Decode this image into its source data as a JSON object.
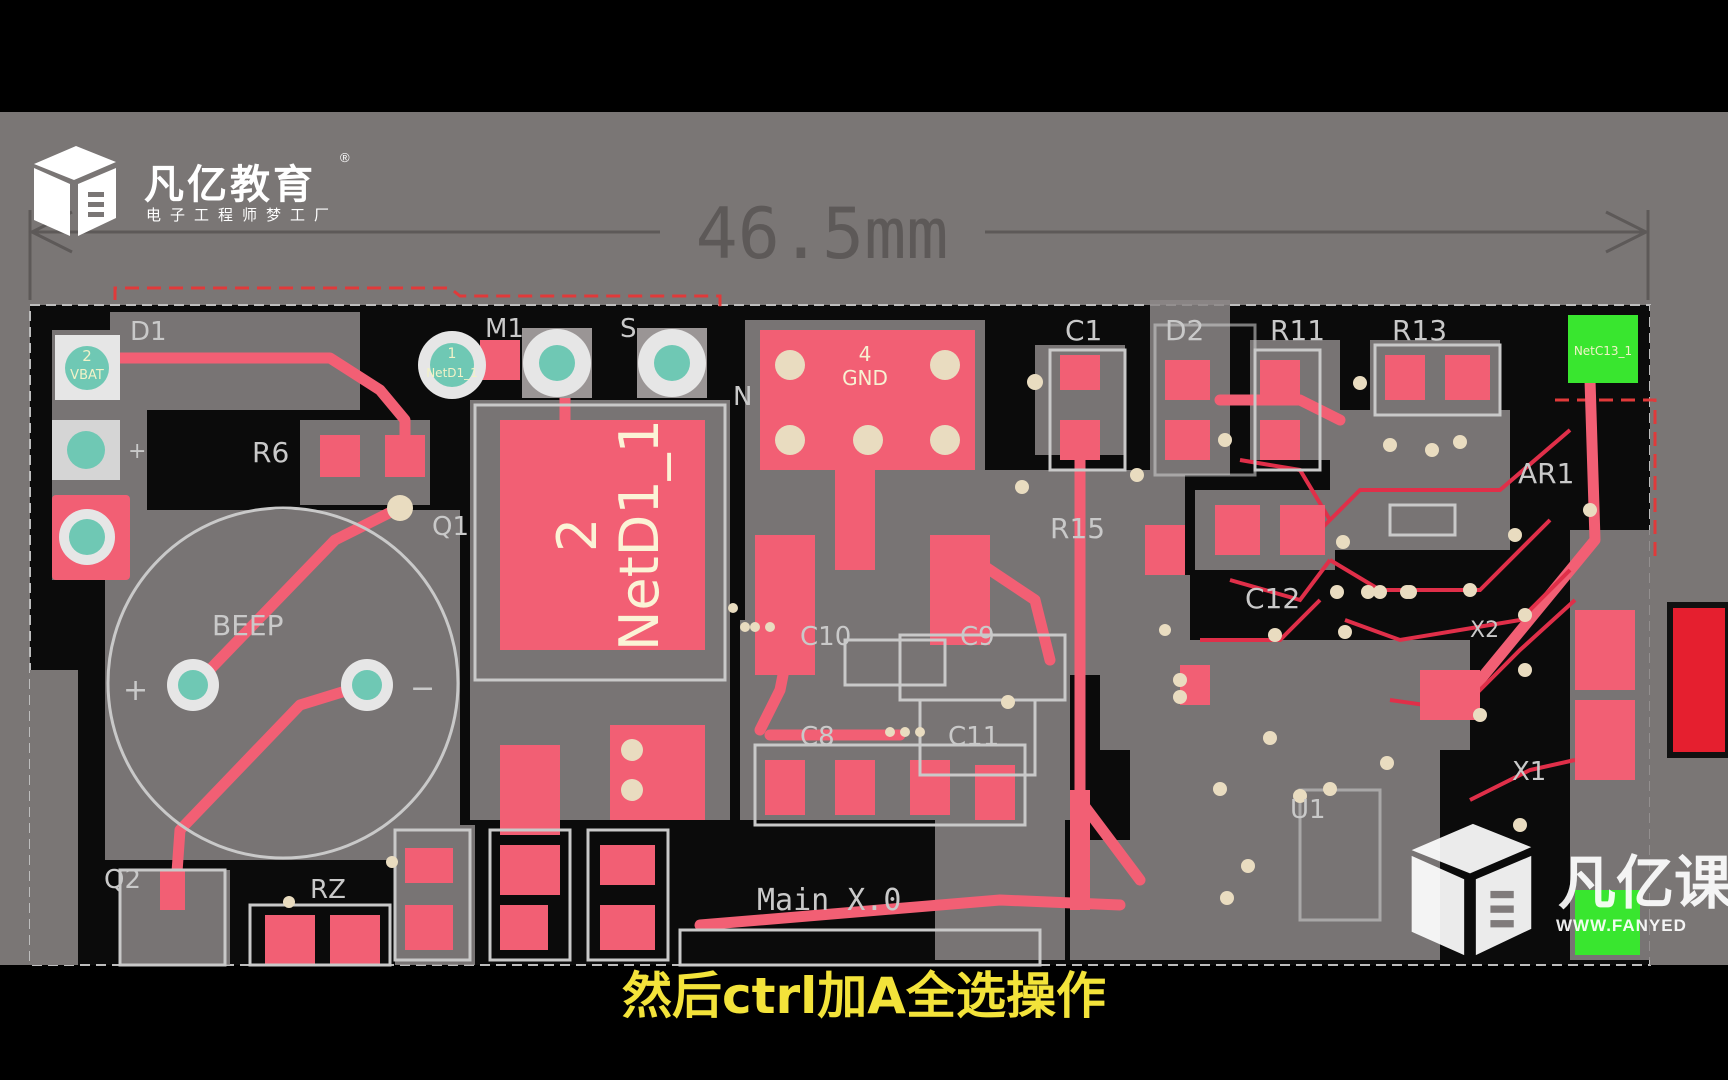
{
  "brand": {
    "name": "凡亿教育",
    "registered": "®",
    "slogan": "电子工程师梦工厂",
    "watermark_name": "凡亿课",
    "watermark_url": "WWW.FANYED"
  },
  "pcb": {
    "dimension_label": "46.5mm",
    "designators": {
      "d1": "D1",
      "m1": "M1",
      "s": "S",
      "c1": "C1",
      "d2": "D2",
      "r11": "R11",
      "r13": "R13",
      "r6": "R6",
      "q1": "Q1",
      "r15": "R15",
      "ar1": "AR1",
      "c12": "C12",
      "beep": "BEEP",
      "q2": "Q2",
      "rz": "RZ",
      "main": "Main X.0",
      "u1": "U1",
      "x1": "X1",
      "x2": "X2",
      "c8": "C8",
      "c10": "C10",
      "c9": "C9",
      "c11": "C11",
      "n": "N"
    },
    "pad_labels": {
      "vbat_num": "2",
      "vbat": "VBAT",
      "netd1_num": "1",
      "netd1_small": "NetD1_1",
      "gnd_num": "4",
      "gnd": "GND",
      "netc13": "NetC13_1",
      "big_num": "2",
      "big_net": "NetD1_1",
      "plus": "+",
      "minus": "−"
    }
  },
  "subtitle": "然后ctrl加A全选操作",
  "colors": {
    "pad": "#f25f74",
    "board": "#0b0b0b",
    "overlay": "#8c8787",
    "silkscreen": "#c9c9c9",
    "keepout": "#e03a3a",
    "selected": "#39e62f",
    "subtitle": "#f3e33a"
  }
}
